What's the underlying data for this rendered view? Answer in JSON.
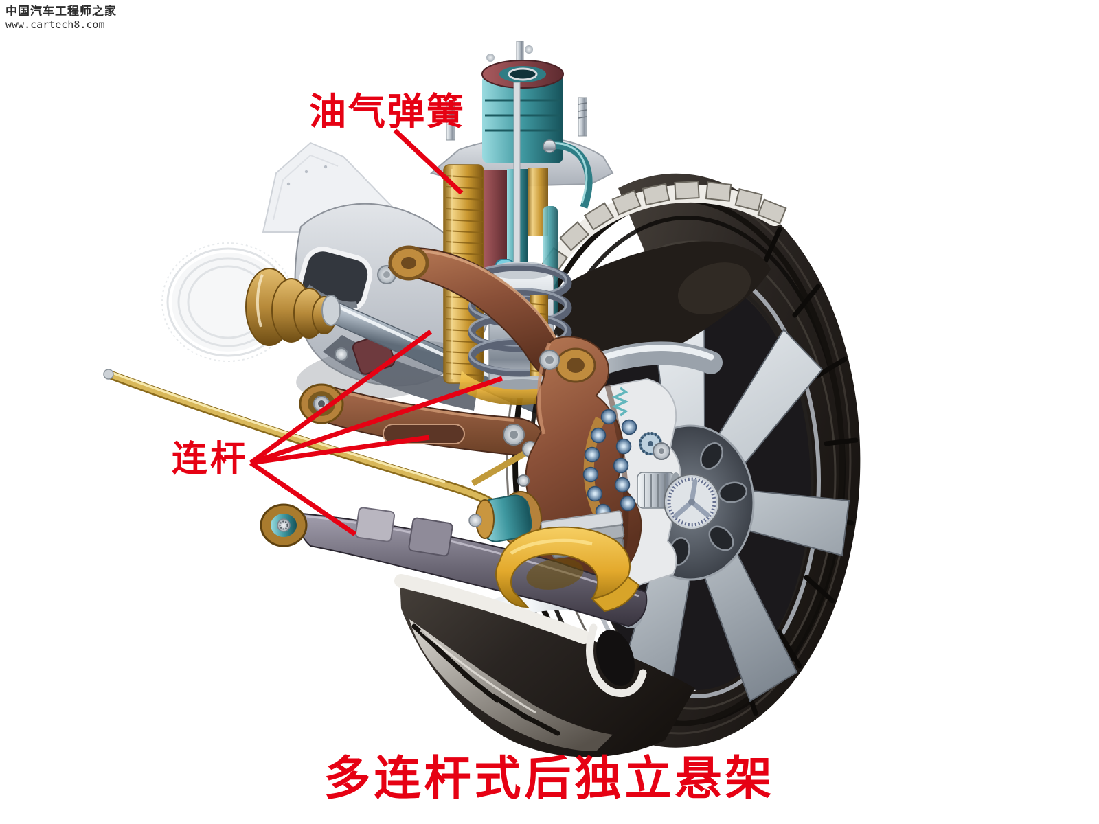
{
  "watermark": {
    "site_name": "中国汽车工程师之家",
    "site_url": "www.cartech8.com"
  },
  "annotations": {
    "spring_label": "油气弹簧",
    "link_label": "连杆"
  },
  "caption": {
    "title": "多连杆式后独立悬架"
  },
  "colors": {
    "annotation_red": "#e60113",
    "watermark_ink": "#2d2d2d",
    "canvas": "#ffffff"
  },
  "illustration": {
    "type": "cutaway-technical-illustration",
    "emblem_icon": "mercedes-star-icon",
    "parts": [
      "tire",
      "alloy-wheel",
      "hydro-pneumatic-spring-strut",
      "coil-spring",
      "subframe",
      "drive-axle",
      "cv-boot",
      "stabilizer-bar",
      "upper-control-link",
      "camber-link",
      "lower-control-link",
      "wheel-knuckle",
      "wheel-bearing",
      "brake-caliper"
    ]
  }
}
